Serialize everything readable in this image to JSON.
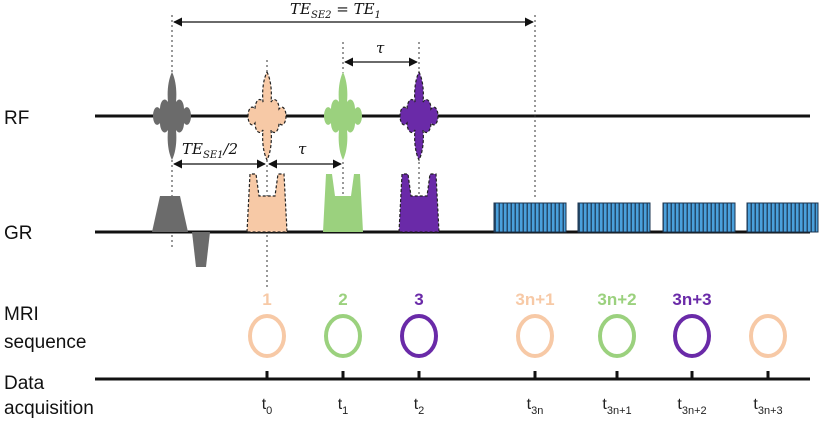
{
  "colors": {
    "gray": "#6b6b6b",
    "peach": "#f7c9a6",
    "green": "#9bd17e",
    "purple": "#6a2aa8",
    "blue": "#4aa0dc",
    "line": "#111111"
  },
  "labels": {
    "rf": "RF",
    "gr": "GR",
    "mri_line1": "MRI",
    "mri_line2": "sequence",
    "data_line1": "Data",
    "data_line2": "acquisition"
  },
  "annotations": {
    "te_top_main": "TE",
    "te_top_sub": "SE2",
    "te_top_eq": " = TE",
    "te_top_sub2": "1",
    "tau_top": "τ",
    "te_mid_main": "TE",
    "te_mid_sub": "SE1",
    "te_mid_rest": "/2",
    "tau_mid": "τ"
  },
  "sequence": [
    {
      "label": "1",
      "color": "peach"
    },
    {
      "label": "2",
      "color": "green"
    },
    {
      "label": "3",
      "color": "purple"
    },
    {
      "label": "3n+1",
      "color": "peach"
    },
    {
      "label": "3n+2",
      "color": "green"
    },
    {
      "label": "3n+3",
      "color": "purple"
    },
    {
      "label": "",
      "color": "peach"
    }
  ],
  "acquisition_ticks": [
    {
      "base": "t",
      "sub": "0"
    },
    {
      "base": "t",
      "sub": "1"
    },
    {
      "base": "t",
      "sub": "2"
    },
    {
      "base": "t",
      "sub": "3n"
    },
    {
      "base": "t",
      "sub": "3n+1"
    },
    {
      "base": "t",
      "sub": "3n+2"
    },
    {
      "base": "t",
      "sub": "3n+3"
    }
  ]
}
